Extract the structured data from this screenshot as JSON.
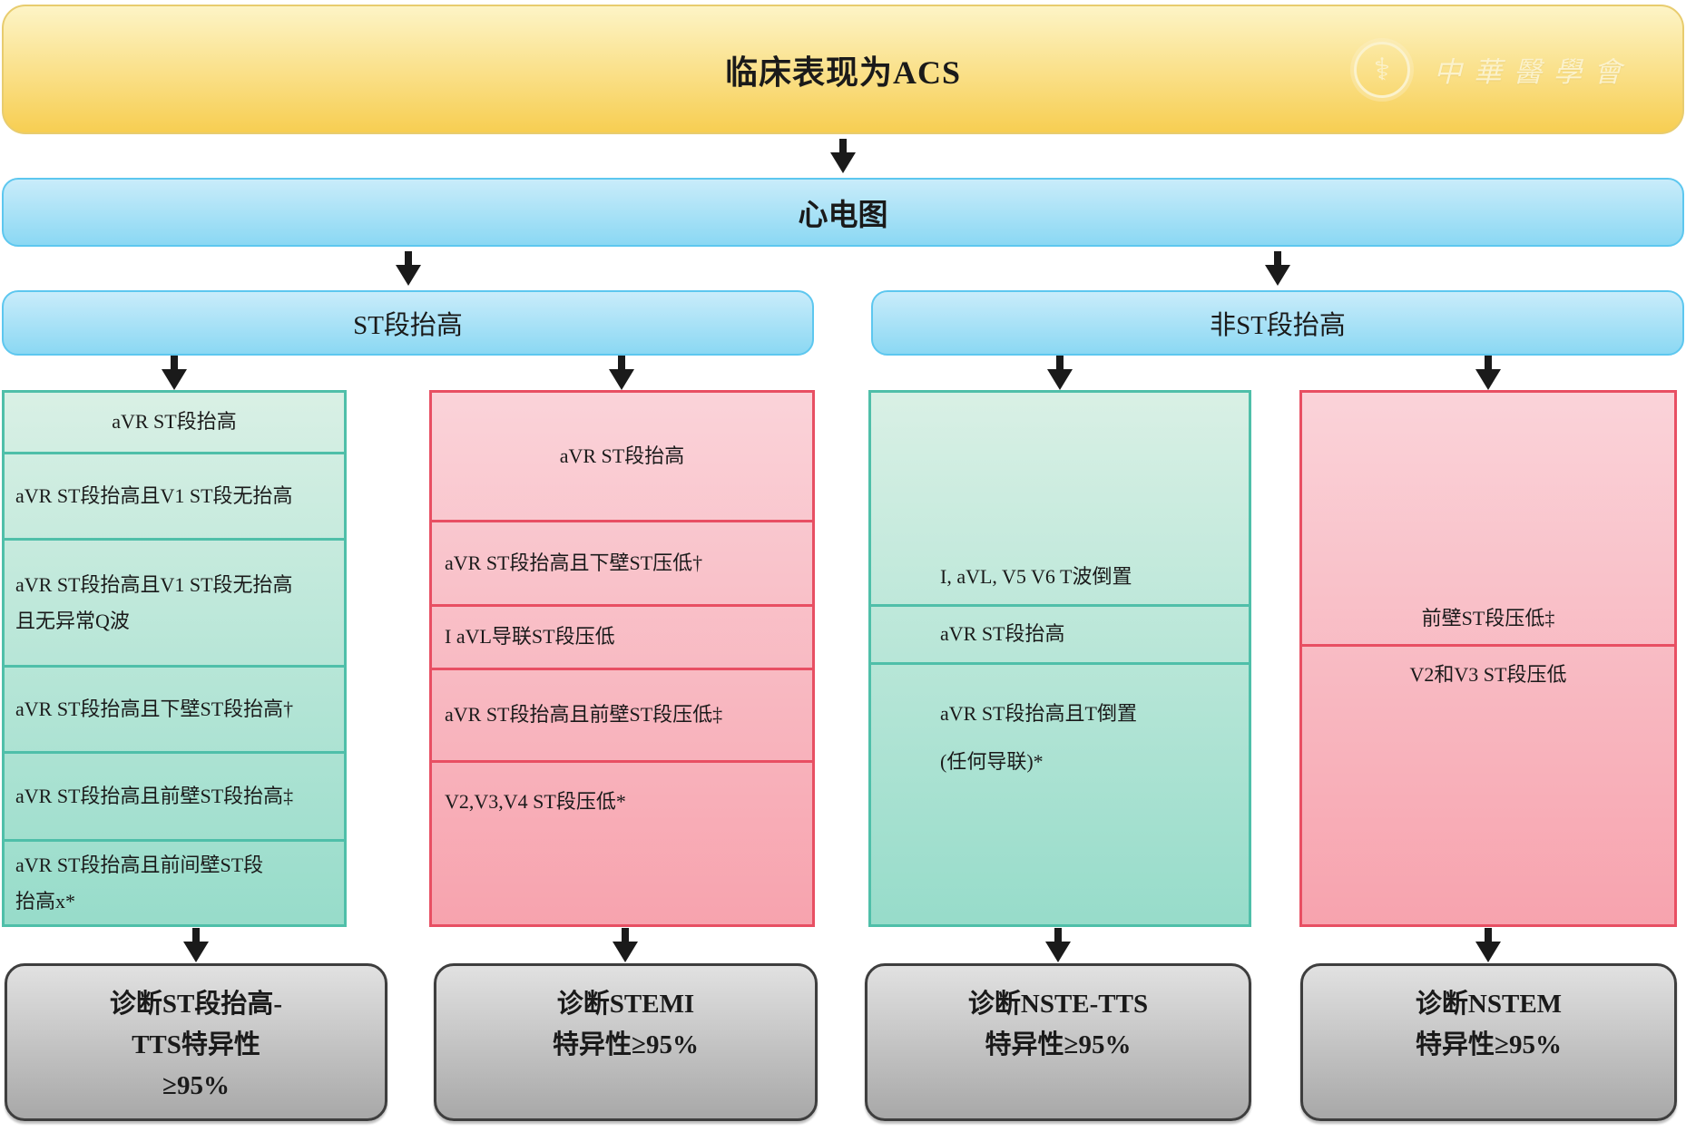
{
  "header": {
    "title": "临床表现为ACS",
    "logo": {
      "org_name": "中華醫學會"
    }
  },
  "flow": {
    "ecg_label": "心电图",
    "branch_st": "ST段抬高",
    "branch_non_st": "非ST段抬高"
  },
  "columns": [
    {
      "name": "st-elevation-tts-criteria",
      "cells": [
        "aVR ST段抬高",
        "aVR ST段抬高且V1 ST段无抬高",
        "aVR ST段抬高且V1 ST段无抬高\n且无异常Q波",
        "aVR ST段抬高且下壁ST段抬高†",
        "aVR ST段抬高且前壁ST段抬高‡",
        "aVR ST段抬高且前间壁ST段\n抬高x*"
      ]
    },
    {
      "name": "stemi-criteria",
      "cells": [
        "aVR ST段抬高",
        "aVR ST段抬高且下壁ST压低†",
        "I aVL导联ST段压低",
        "aVR ST段抬高且前壁ST段压低‡",
        "V2,V3,V4 ST段压低*"
      ]
    },
    {
      "name": "nste-tts-criteria",
      "cells": [
        "I, aVL, V5 V6 T波倒置",
        "aVR ST段抬高",
        "aVR ST段抬高且T倒置\n(任何导联)*"
      ]
    },
    {
      "name": "nstemi-criteria",
      "cells": [
        "前壁ST段压低‡",
        "V2和V3 ST段压低"
      ]
    }
  ],
  "outcomes": [
    "诊断ST段抬高-\nTTS特异性\n≥95%",
    "诊断STEMI\n特异性≥95%",
    "诊断NSTE-TTS\n特异性≥95%",
    "诊断NSTEM\n特异性≥95%"
  ],
  "colors": {
    "yellow-top": "#FDF4C6",
    "yellow-bottom": "#F7CE52",
    "yellow-border": "#E8CC6E",
    "blue-top": "#C9ECFA",
    "blue-bottom": "#8BD8F3",
    "blue-border": "#5DC7EF",
    "green-top": "#D9F0E5",
    "green-bottom": "#97DCCA",
    "green-border": "#4FBFA9",
    "pink-top": "#FAD3D9",
    "pink-bottom": "#F7A3AE",
    "pink-border": "#E84F63",
    "gray-top": "#E1E1E1",
    "gray-bottom": "#A8A8A8",
    "gray-border": "#3E3E3E",
    "arrow": "#1A1A1A",
    "logo-cream": "#FBF2CC"
  }
}
